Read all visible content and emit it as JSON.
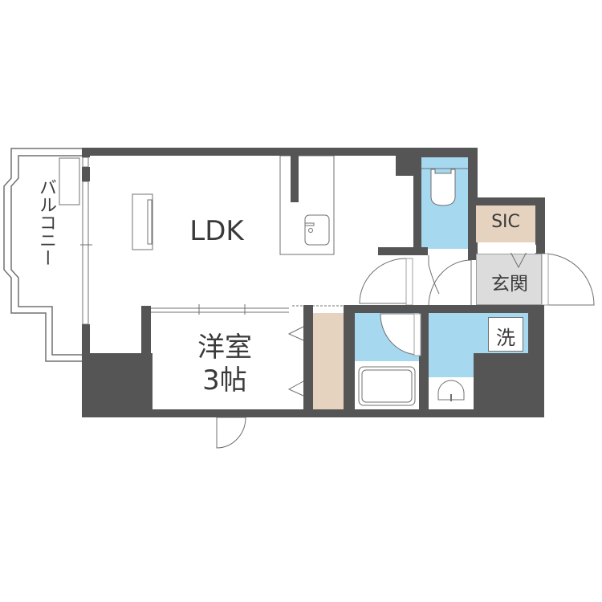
{
  "floorplan": {
    "rooms": {
      "balcony": {
        "label": "バルコニー"
      },
      "ldk": {
        "label": "LDK"
      },
      "western_room": {
        "label_line1": "洋室",
        "label_line2": "3帖"
      },
      "sic": {
        "label": "SIC"
      },
      "entrance": {
        "label": "玄関"
      },
      "washroom": {
        "label": "洗"
      }
    },
    "colors": {
      "wall": "#555555",
      "wet_area": "#a6d8f0",
      "storage": "#e5d3bf",
      "entrance_floor": "#dcdcdc",
      "line": "#707070",
      "text": "#3a3a3a"
    }
  }
}
